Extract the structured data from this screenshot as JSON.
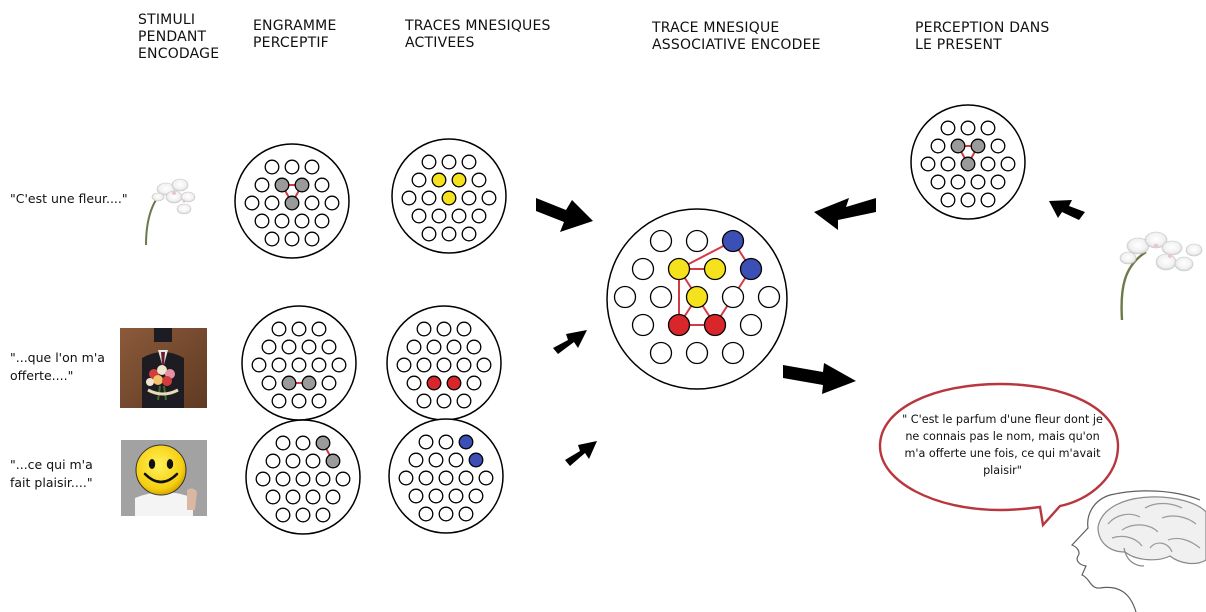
{
  "headers": [
    {
      "id": "stimuli",
      "lines": [
        "STIMULI",
        "PENDANT",
        "ENCODAGE"
      ]
    },
    {
      "id": "engram",
      "lines": [
        "ENGRAMME",
        "PERCEPTIF"
      ]
    },
    {
      "id": "traces",
      "lines": [
        "TRACES MNESIQUES",
        "ACTIVEES"
      ]
    },
    {
      "id": "assoc",
      "lines": [
        "TRACE MNESIQUE",
        "ASSOCIATIVE ENCODEE"
      ]
    },
    {
      "id": "present",
      "lines": [
        "PERCEPTION DANS",
        "LE PRESENT"
      ]
    }
  ],
  "stimuli": [
    {
      "id": "flower",
      "lines": [
        "\"C'est une fleur....\""
      ],
      "image": "white-orchid"
    },
    {
      "id": "offered",
      "lines": [
        "\"...que l'on m'a",
        "offerte....\""
      ],
      "image": "man-holding-bouquet"
    },
    {
      "id": "pleasure",
      "lines": [
        "\"...ce qui m'a",
        "fait plaisir....\""
      ],
      "image": "smiley-face-mask"
    }
  ],
  "speech": "\" C'est le parfum d'une fleur dont je ne connais pas le nom, mais qu'on m'a offerte une fois, ce qui m'avait plaisir\"",
  "icons": [
    "white-orchid",
    "man-holding-bouquet",
    "smiley-face-mask",
    "human-head-brain",
    "arrow-icon",
    "speech-bubble"
  ],
  "colors": {
    "active_gray": "#9a9a9a",
    "yellow": "#f5e21d",
    "red": "#d8262a",
    "blue": "#3b4fb5",
    "link": "#d23a45",
    "bubble": "#b8363d"
  }
}
